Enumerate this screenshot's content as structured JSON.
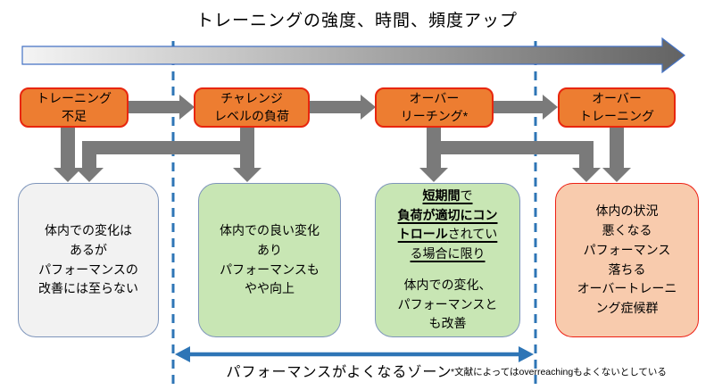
{
  "title": "トレーニングの強度、時間、頻度アップ",
  "stages": [
    {
      "label": "トレーニング\n不足",
      "outcome": "体内での変化は\nあるが\nパフォーマンスの\n改善には至らない"
    },
    {
      "label": "チャレンジ\nレベルの負荷",
      "outcome": "体内での良い変化\nあり\nパフォーマンスも\nやや向上"
    },
    {
      "label": "オーバー\nリーチング*",
      "condition": {
        "bold1": "短期間",
        "reg1": "で\n",
        "bold2": "負荷が適切にコン\nトロール",
        "reg2": "されてい\nる場合に限り"
      },
      "outcome": "体内での変化、\nパフォーマンスと\nも改善"
    },
    {
      "label": "オーバー\nトレーニング",
      "outcome": "体内の状況\n悪くなる\nパフォーマンス\n落ちる\nオーバートレーニ\nング症候群"
    }
  ],
  "zone": {
    "label": "パフォーマンスがよくなるゾーン",
    "note": "*文献によってはoverreachingもよくないとしている"
  },
  "colors": {
    "stage_fill": "#ed7d31",
    "stage_border": "#e8260e",
    "outcome_neutral_fill": "#f2f2f2",
    "outcome_good_fill": "#c8e6b4",
    "outcome_bad_fill": "#f8cbad",
    "outcome_bad_border": "#ed2015",
    "outcome_border": "#7e95bb",
    "connector_gray": "#7a7a7a",
    "accent_blue": "#2e75b6",
    "timeline_border": "#4472c4",
    "timeline_gradient_start": "#f4f4f4",
    "timeline_gradient_end": "#636363"
  }
}
